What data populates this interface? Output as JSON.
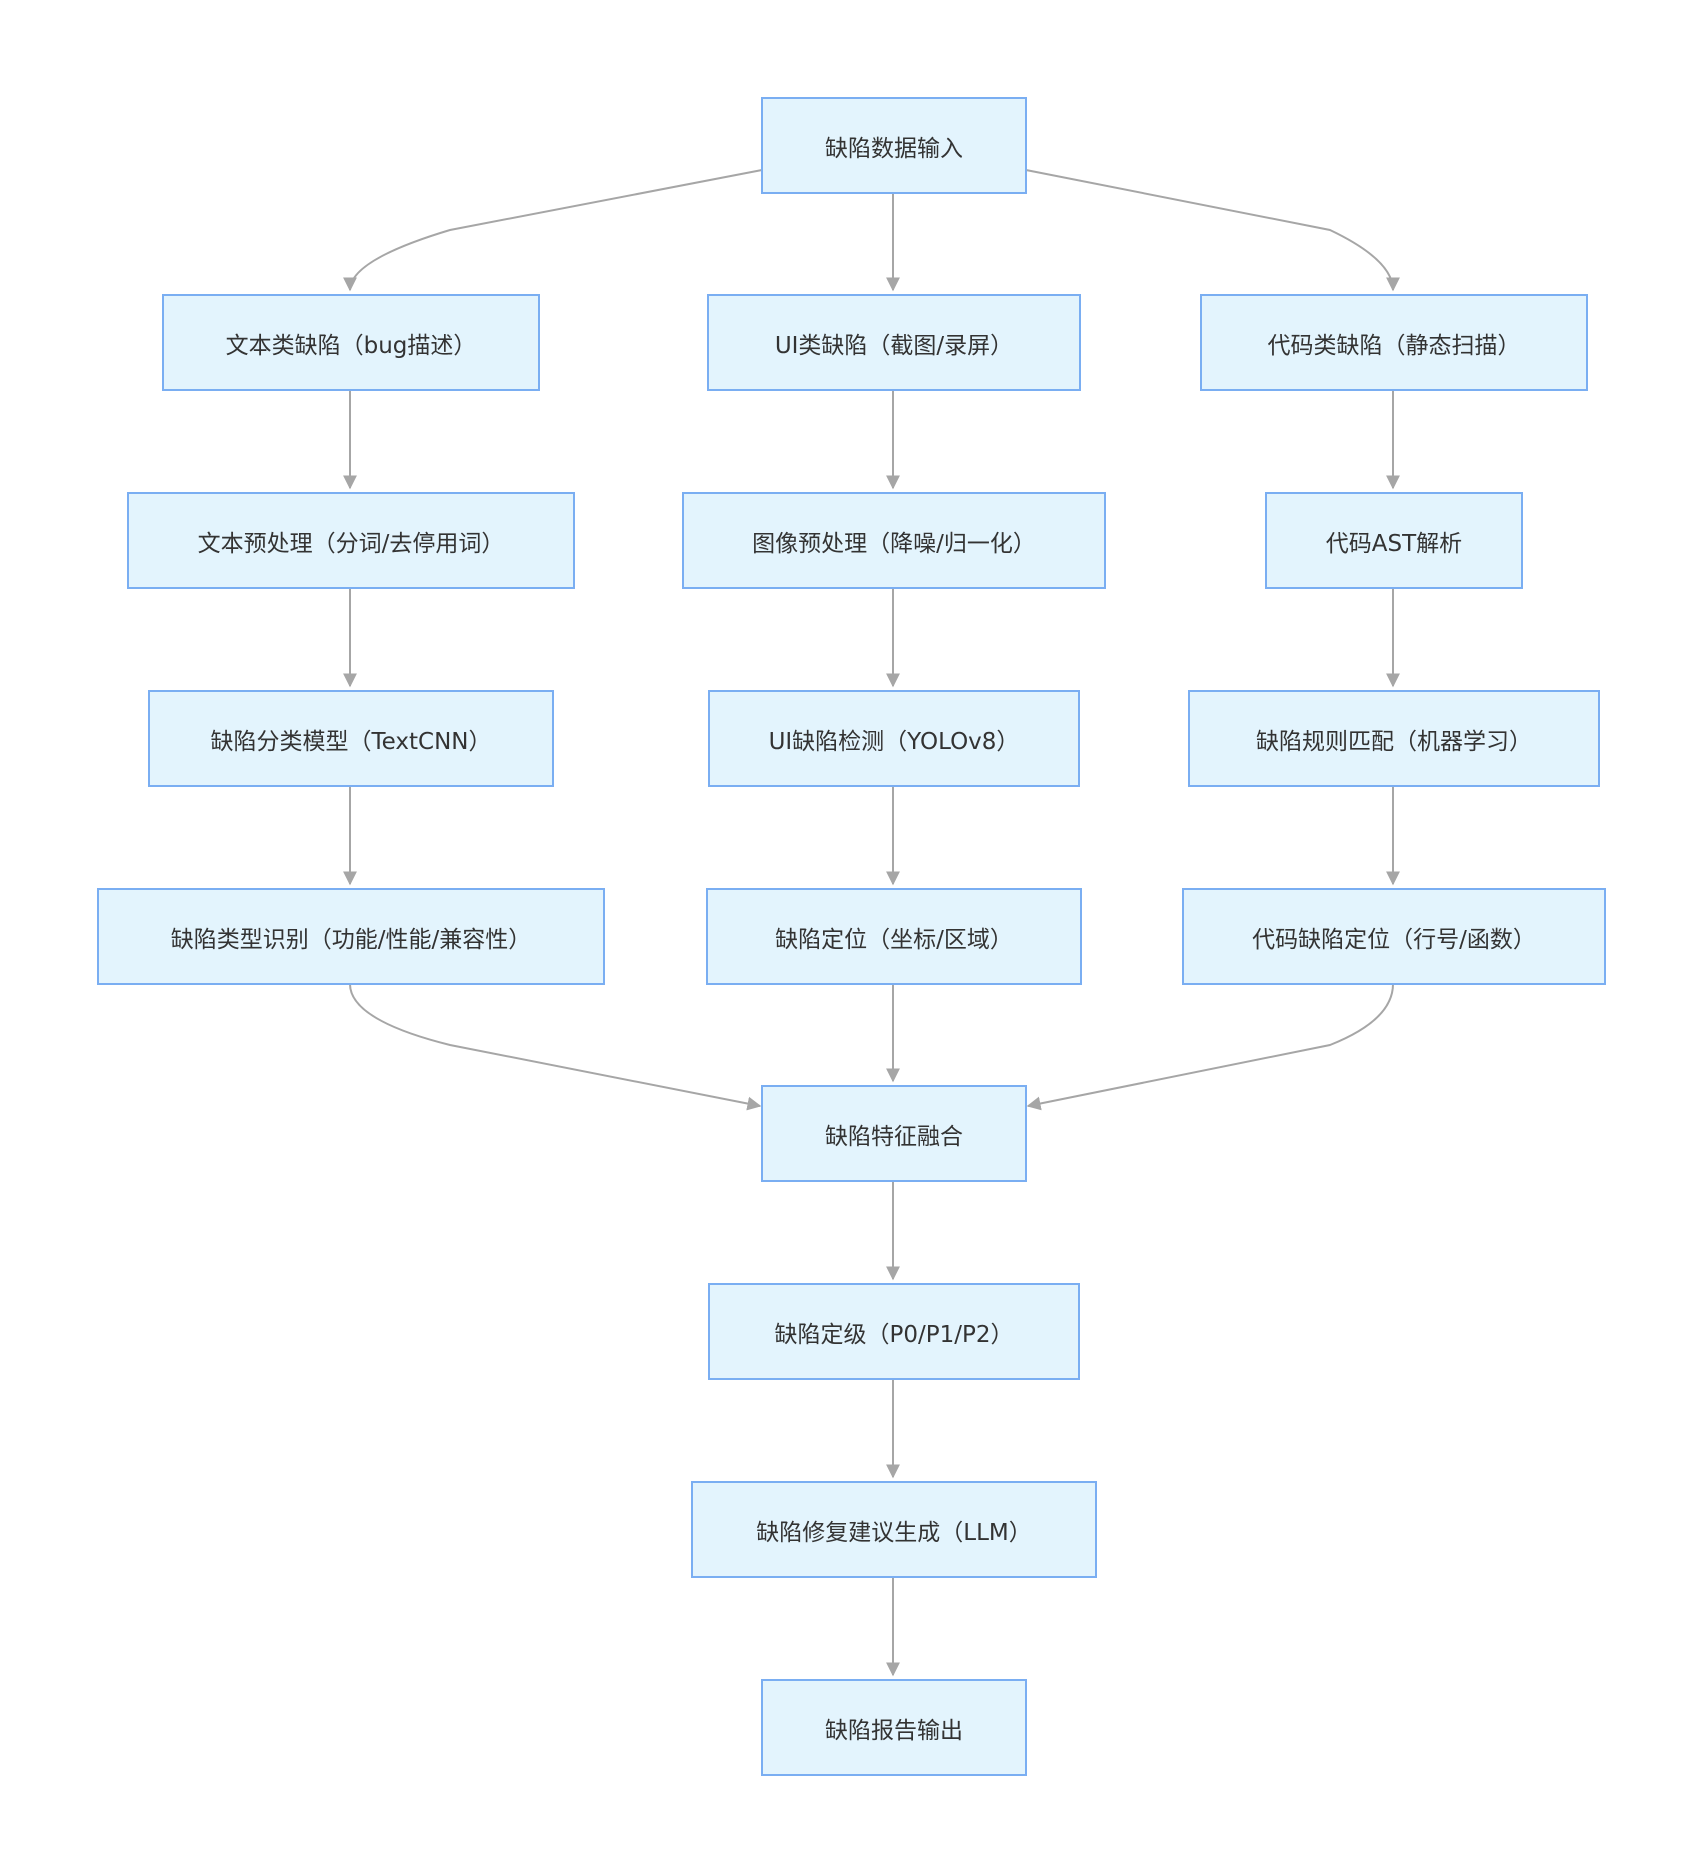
{
  "nodes": {
    "input": "缺陷数据输入",
    "text_defect": "文本类缺陷（bug描述）",
    "ui_defect": "UI类缺陷（截图/录屏）",
    "code_defect": "代码类缺陷（静态扫描）",
    "text_preprocess": "文本预处理（分词/去停用词）",
    "image_preprocess": "图像预处理（降噪/归一化）",
    "code_ast": "代码AST解析",
    "text_model": "缺陷分类模型（TextCNN）",
    "ui_detect": "UI缺陷检测（YOLOv8）",
    "code_rules": "缺陷规则匹配（机器学习）",
    "text_type": "缺陷类型识别（功能/性能/兼容性）",
    "ui_locate": "缺陷定位（坐标/区域）",
    "code_locate": "代码缺陷定位（行号/函数）",
    "fusion": "缺陷特征融合",
    "grading": "缺陷定级（P0/P1/P2）",
    "fix_suggest": "缺陷修复建议生成（LLM）",
    "report": "缺陷报告输出"
  },
  "colors": {
    "node_fill": "#e3f4fd",
    "node_border": "#7aaef2",
    "edge": "#a6a6a6",
    "text": "#333333"
  }
}
